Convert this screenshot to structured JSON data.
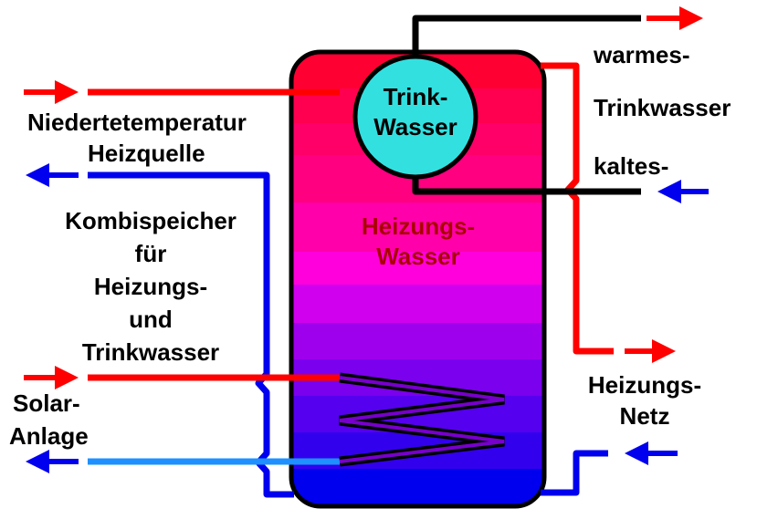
{
  "labels": {
    "heat_source_line1": "Niedertetemperatur",
    "heat_source_line2": "Heizquelle",
    "title_line1": "Kombispeicher",
    "title_line2": "für",
    "title_line3": "Heizungs-",
    "title_line4": "und",
    "title_line5": "Trinkwasser",
    "solar_line1": "Solar-",
    "solar_line2": "Anlage",
    "warm_line1": "warmes-",
    "warm_line2": "Trinkwasser",
    "cold": "kaltes-",
    "heating_net_line1": "Heizungs-",
    "heating_net_line2": "Netz",
    "tank_water_line1": "Heizungs-",
    "tank_water_line2": "Wasser",
    "drinking_line1": "Trink-",
    "drinking_line2": "Wasser"
  },
  "colors": {
    "hot": "#ff0000",
    "cold": "#0000ee",
    "solar_return": "#1e90ff",
    "drinking_pipe": "#000000",
    "drinking_tank": "#33e0e0",
    "tank_text": "#aa0000",
    "tank_gradient": [
      "#ff0033",
      "#ff0055",
      "#ff0077",
      "#ff0099",
      "#ff00bb",
      "#ff00dd",
      "#cc00ee",
      "#aa00ee",
      "#8800ee",
      "#6600ee",
      "#4400ee",
      "#2200ee",
      "#0000ee"
    ]
  }
}
